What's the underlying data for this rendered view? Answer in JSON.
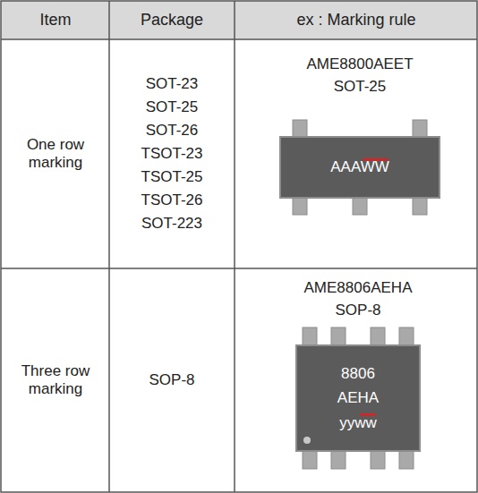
{
  "diagram": {
    "nodes": [
      {
        "text": [
          "AAAWW"
        ]
      },
      {
        "text": [
          "8806",
          "AEHA",
          "yyww"
        ]
      }
    ],
    "labels": [
      "Item",
      "Package",
      "ex : Marking rule",
      "One row marking",
      "SOT-23",
      "SOT-25",
      "SOT-26",
      "TSOT-23",
      "TSOT-25",
      "TSOT-26",
      "SOT-223",
      "AME8800AEET",
      "SOT-25",
      "Three row marking",
      "SOP-8",
      "AME8806AEHA",
      "SOP-8"
    ]
  }
}
